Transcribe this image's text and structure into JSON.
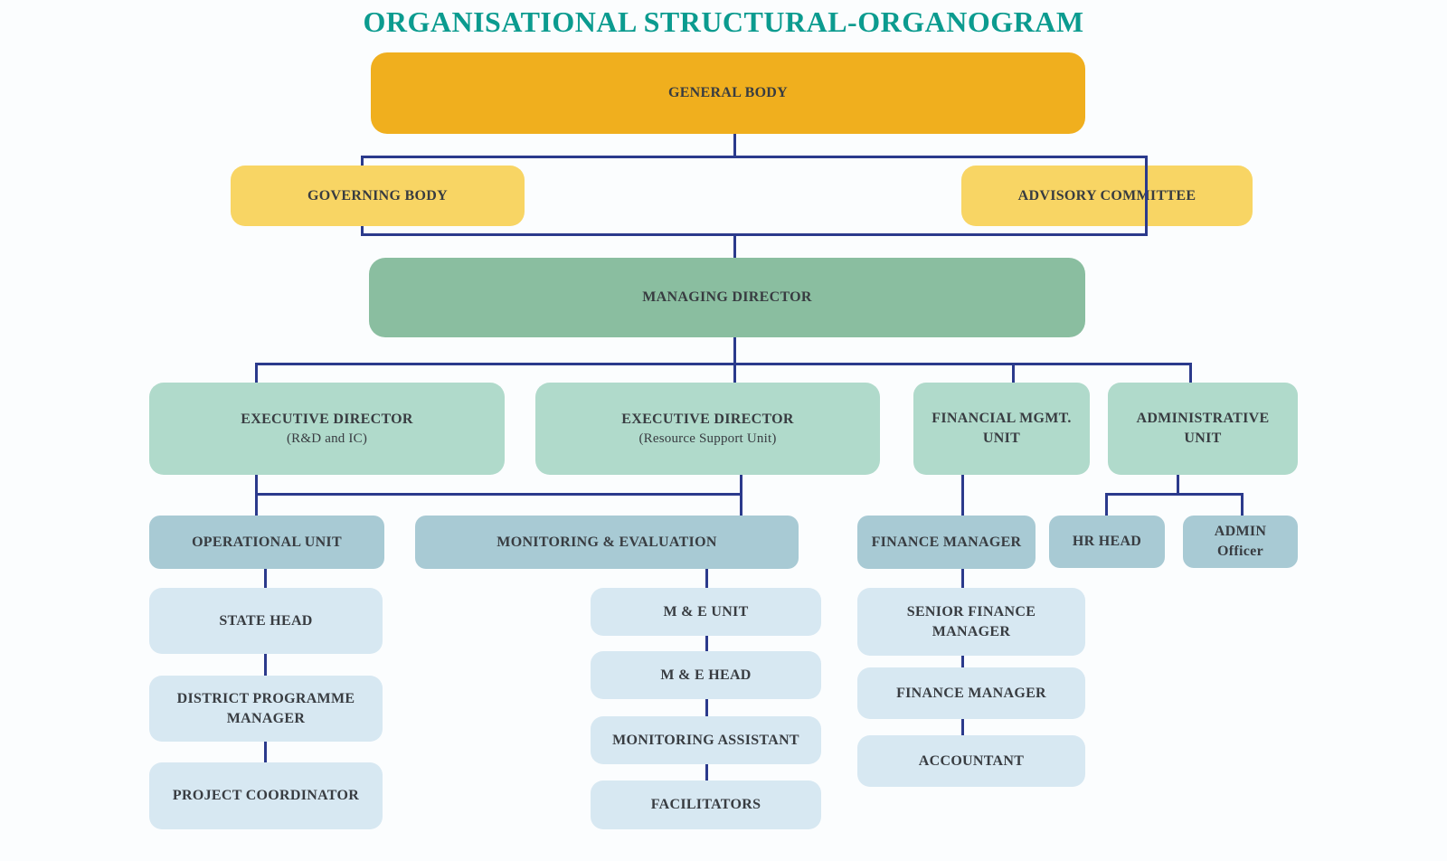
{
  "title": "ORGANISATIONAL STRUCTURAL-ORGANOGRAM",
  "colors": {
    "title_teal": "#0b9b8f",
    "line_navy": "#2b3a8c",
    "orange": "#f0af1e",
    "yellow": "#f8d564",
    "green": "#8abea0",
    "mint": "#b0dacb",
    "bluegray": "#a8cad4",
    "lightblue": "#d7e8f2",
    "text_dark": "#383c41"
  },
  "nodes": {
    "general_body": {
      "label": "GENERAL BODY"
    },
    "governing_body": {
      "label": "GOVERNING BODY"
    },
    "advisory_committee": {
      "label": "ADVISORY COMMITTEE"
    },
    "managing_director": {
      "label": "MANAGING DIRECTOR"
    },
    "executive_director_rd": {
      "label": "EXECUTIVE DIRECTOR",
      "sublabel": "(R&D and IC)"
    },
    "executive_director_rsu": {
      "label": "EXECUTIVE DIRECTOR",
      "sublabel": "(Resource Support Unit)"
    },
    "financial_mgmt_unit": {
      "label": "FINANCIAL MGMT. UNIT"
    },
    "administrative_unit": {
      "label": "ADMINISTRATIVE UNIT"
    },
    "operational_unit": {
      "label": "OPERATIONAL UNIT"
    },
    "monitoring_evaluation": {
      "label": "MONITORING & EVALUATION"
    },
    "finance_manager_unit": {
      "label": "FINANCE MANAGER"
    },
    "hr_head": {
      "label": "HR HEAD"
    },
    "admin_officer": {
      "label": "ADMIN Officer"
    },
    "state_head": {
      "label": "STATE HEAD"
    },
    "district_programme_manager": {
      "label": "DISTRICT PROGRAMME MANAGER"
    },
    "project_coordinator": {
      "label": "PROJECT COORDINATOR"
    },
    "me_unit": {
      "label": "M & E UNIT"
    },
    "me_head": {
      "label": "M & E HEAD"
    },
    "monitoring_assistant": {
      "label": "MONITORING ASSISTANT"
    },
    "facilitators": {
      "label": "FACILITATORS"
    },
    "senior_finance_manager": {
      "label": "SENIOR FINANCE MANAGER"
    },
    "finance_manager": {
      "label": "FINANCE MANAGER"
    },
    "accountant": {
      "label": "ACCOUNTANT"
    }
  }
}
